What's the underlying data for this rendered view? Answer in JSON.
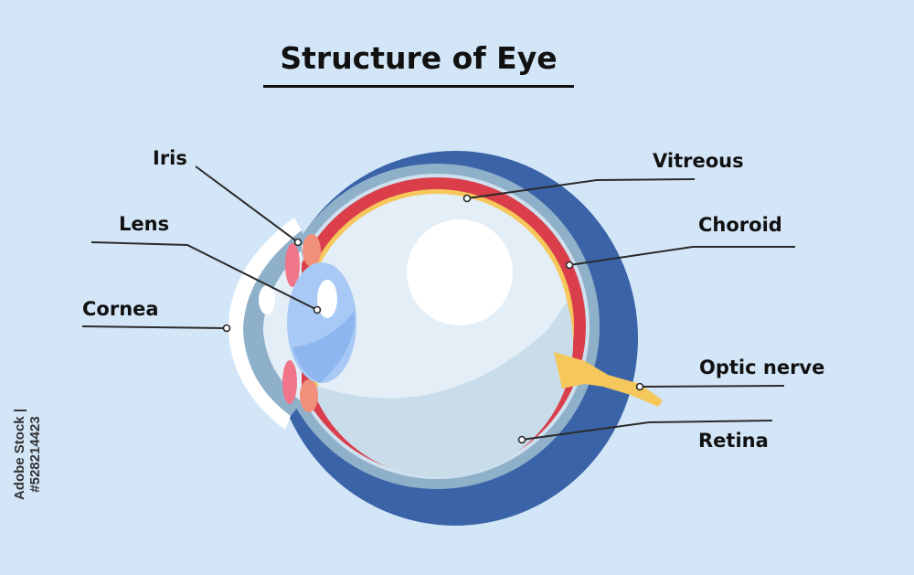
{
  "title": "Structure of Eye",
  "labels": {
    "iris": "Iris",
    "lens": "Lens",
    "cornea": "Cornea",
    "vitreous": "Vitreous",
    "choroid": "Choroid",
    "optic_nerve": "Optic nerve",
    "retina": "Retina"
  },
  "watermark": "Adobe Stock | #528214423",
  "colors": {
    "background": "#d3e6f7",
    "sclera_outer": "#3b64a8",
    "sclera_band": "#8fb0c9",
    "choroid": "#d93e4a",
    "retina": "#f6c75a",
    "vitreous": "#e3eef7",
    "lens": "#92bdf3",
    "iris": "#f07588"
  }
}
